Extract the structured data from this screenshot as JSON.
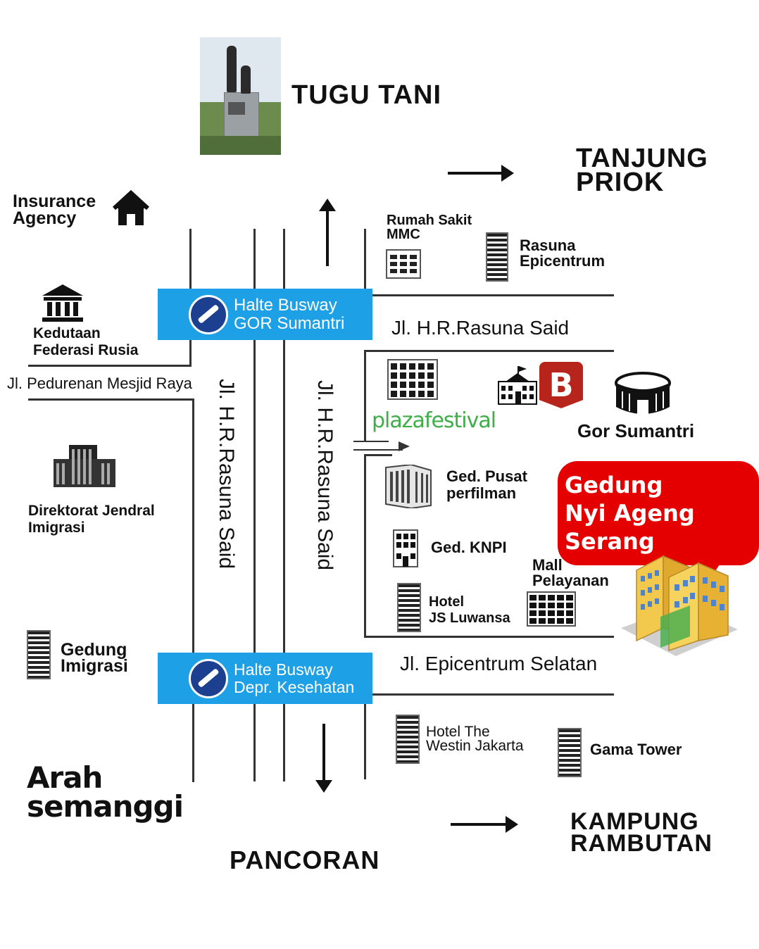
{
  "colors": {
    "halte_bg": "#1ea0e6",
    "bubble_bg": "#e50000",
    "road": "#333333"
  },
  "top": {
    "tugu_tani": "TUGU TANI",
    "tanjung_priok": [
      "TANJUNG",
      "PRIOK"
    ]
  },
  "bottom": {
    "pancoran": "PANCORAN",
    "kampung_rambutan": [
      "KAMPUNG",
      "RAMBUTAN"
    ],
    "arah_semanggi": [
      "Arah",
      "semanggi"
    ]
  },
  "halte": [
    {
      "line1": "Halte Busway",
      "line2": "GOR Sumantri"
    },
    {
      "line1": "Halte Busway",
      "line2": "Depr. Kesehatan"
    }
  ],
  "streets": {
    "rasuna_said_h": "Jl. H.R.Rasuna Said",
    "epicentrum_selatan": "Jl. Epicentrum Selatan",
    "pedurenan": "Jl. Pedurenan Mesjid Raya",
    "rasuna_said_v1": "Jl. H.R.Rasuna Said",
    "rasuna_said_v2": "Jl. H.R.Rasuna Said"
  },
  "places": {
    "insurance": [
      "Insurance",
      "Agency"
    ],
    "kedutaan": [
      "Kedutaan",
      "Federasi Rusia"
    ],
    "direktorat": [
      "Direktorat Jendral",
      "Imigrasi"
    ],
    "gedung_imigrasi": [
      "Gedung",
      "Imigrasi"
    ],
    "rs_mmc": [
      "Rumah Sakit",
      "MMC"
    ],
    "rasuna_epicentrum": [
      "Rasuna",
      "Epicentrum"
    ],
    "plaza_festival": "plazafestival",
    "gor_sumantri": "Gor Sumantri",
    "ged_pusat": [
      "Ged. Pusat",
      "perfilman"
    ],
    "ged_knpi": "Ged. KNPI",
    "mall_pelayanan": [
      "Mall",
      "Pelayanan"
    ],
    "hotel_js": [
      "Hotel",
      "JS Luwansa"
    ],
    "westin": [
      "Hotel The",
      "Westin Jakarta"
    ],
    "gama_tower": "Gama Tower"
  },
  "bubble": [
    "Gedung",
    "Nyi Ageng Serang"
  ],
  "icons": [
    "house-icon",
    "bank-icon",
    "office-building-icon",
    "tower-icon",
    "school-icon",
    "brand-b-icon",
    "stadium-icon",
    "hotel-building-icon",
    "statue-photo"
  ]
}
